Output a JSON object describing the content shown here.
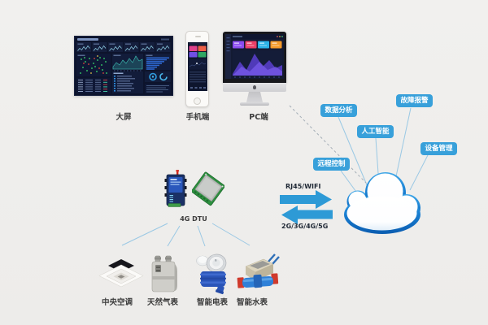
{
  "colors": {
    "background": "#efeeec",
    "tag_blue": "#38a0da",
    "arrow_blue": "#2d9ad6",
    "cloud_blue_dark": "#0a5cb0",
    "cloud_blue_light": "#3fa6e6",
    "connector_blue": "#9ac8e4",
    "label_text": "#3b3b3b"
  },
  "terminals": {
    "big_screen": {
      "label": "大屏"
    },
    "mobile": {
      "label": "手机端"
    },
    "pc": {
      "label": "PC端"
    }
  },
  "cloud_features": [
    {
      "label": "数据分析"
    },
    {
      "label": "人工智能"
    },
    {
      "label": "故障报警"
    },
    {
      "label": "设备管理"
    },
    {
      "label": "远程控制"
    }
  ],
  "links": {
    "uplink_label": "RJ45/WIFI",
    "downlink_label": "2G/3G/4G/5G"
  },
  "gateway": {
    "label": "4G DTU"
  },
  "end_devices": [
    {
      "label": "中央空调",
      "icon": "central-air-conditioner"
    },
    {
      "label": "天然气表",
      "icon": "natural-gas-meter"
    },
    {
      "label": "智能电表",
      "icon": "smart-electric-meter"
    },
    {
      "label": "智能水表",
      "icon": "smart-water-meter"
    }
  ]
}
